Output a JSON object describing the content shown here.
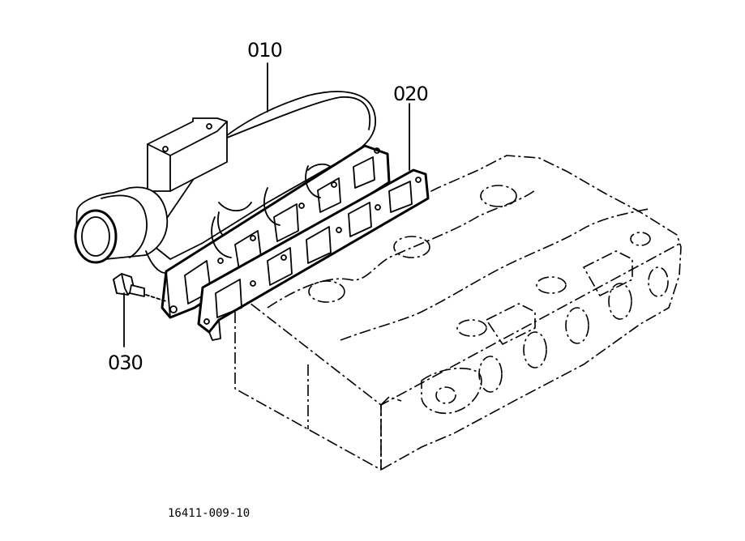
{
  "diagram": {
    "parts": [
      {
        "label": "010"
      },
      {
        "label": "020"
      },
      {
        "label": "030"
      }
    ],
    "drawing_number": "16411-009-10"
  }
}
